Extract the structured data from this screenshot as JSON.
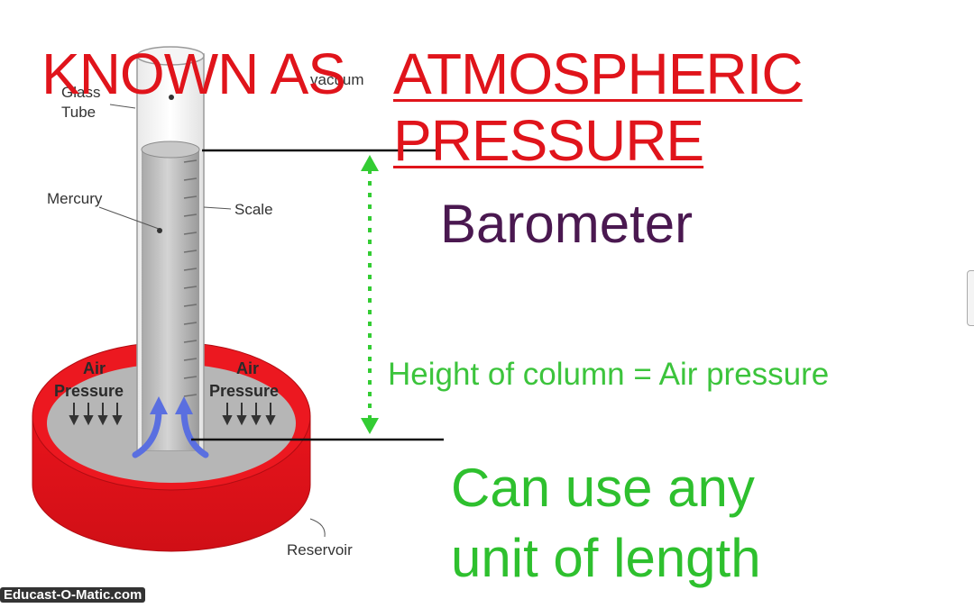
{
  "title": {
    "line1_part1": "KNOWN AS",
    "line1_part2": "ATMOSPHERIC",
    "line2": "PRESSURE"
  },
  "instrument_name": "Barometer",
  "height_caption": "Height of column = Air pressure",
  "note": {
    "line1": "Can use any",
    "line2": "unit of length"
  },
  "diagram": {
    "labels": {
      "glass_tube_1": "Glass",
      "glass_tube_2": "Tube",
      "vacuum": "vacuum",
      "mercury": "Mercury",
      "scale": "Scale",
      "reservoir": "Reservoir",
      "air_1": "Air",
      "pressure_1": "Pressure",
      "air_2": "Air",
      "pressure_2": "Pressure"
    }
  },
  "watermark": "Educast-O-Matic.com",
  "colors": {
    "title_red": "#e0141b",
    "barometer_purple": "#4a1850",
    "green_text": "#2ec02e",
    "reservoir_red": "#e8141c",
    "mercury_gray": "#bdbdbd",
    "arrow_blue": "#5a6fe0",
    "height_arrow_green": "#33cc33"
  }
}
